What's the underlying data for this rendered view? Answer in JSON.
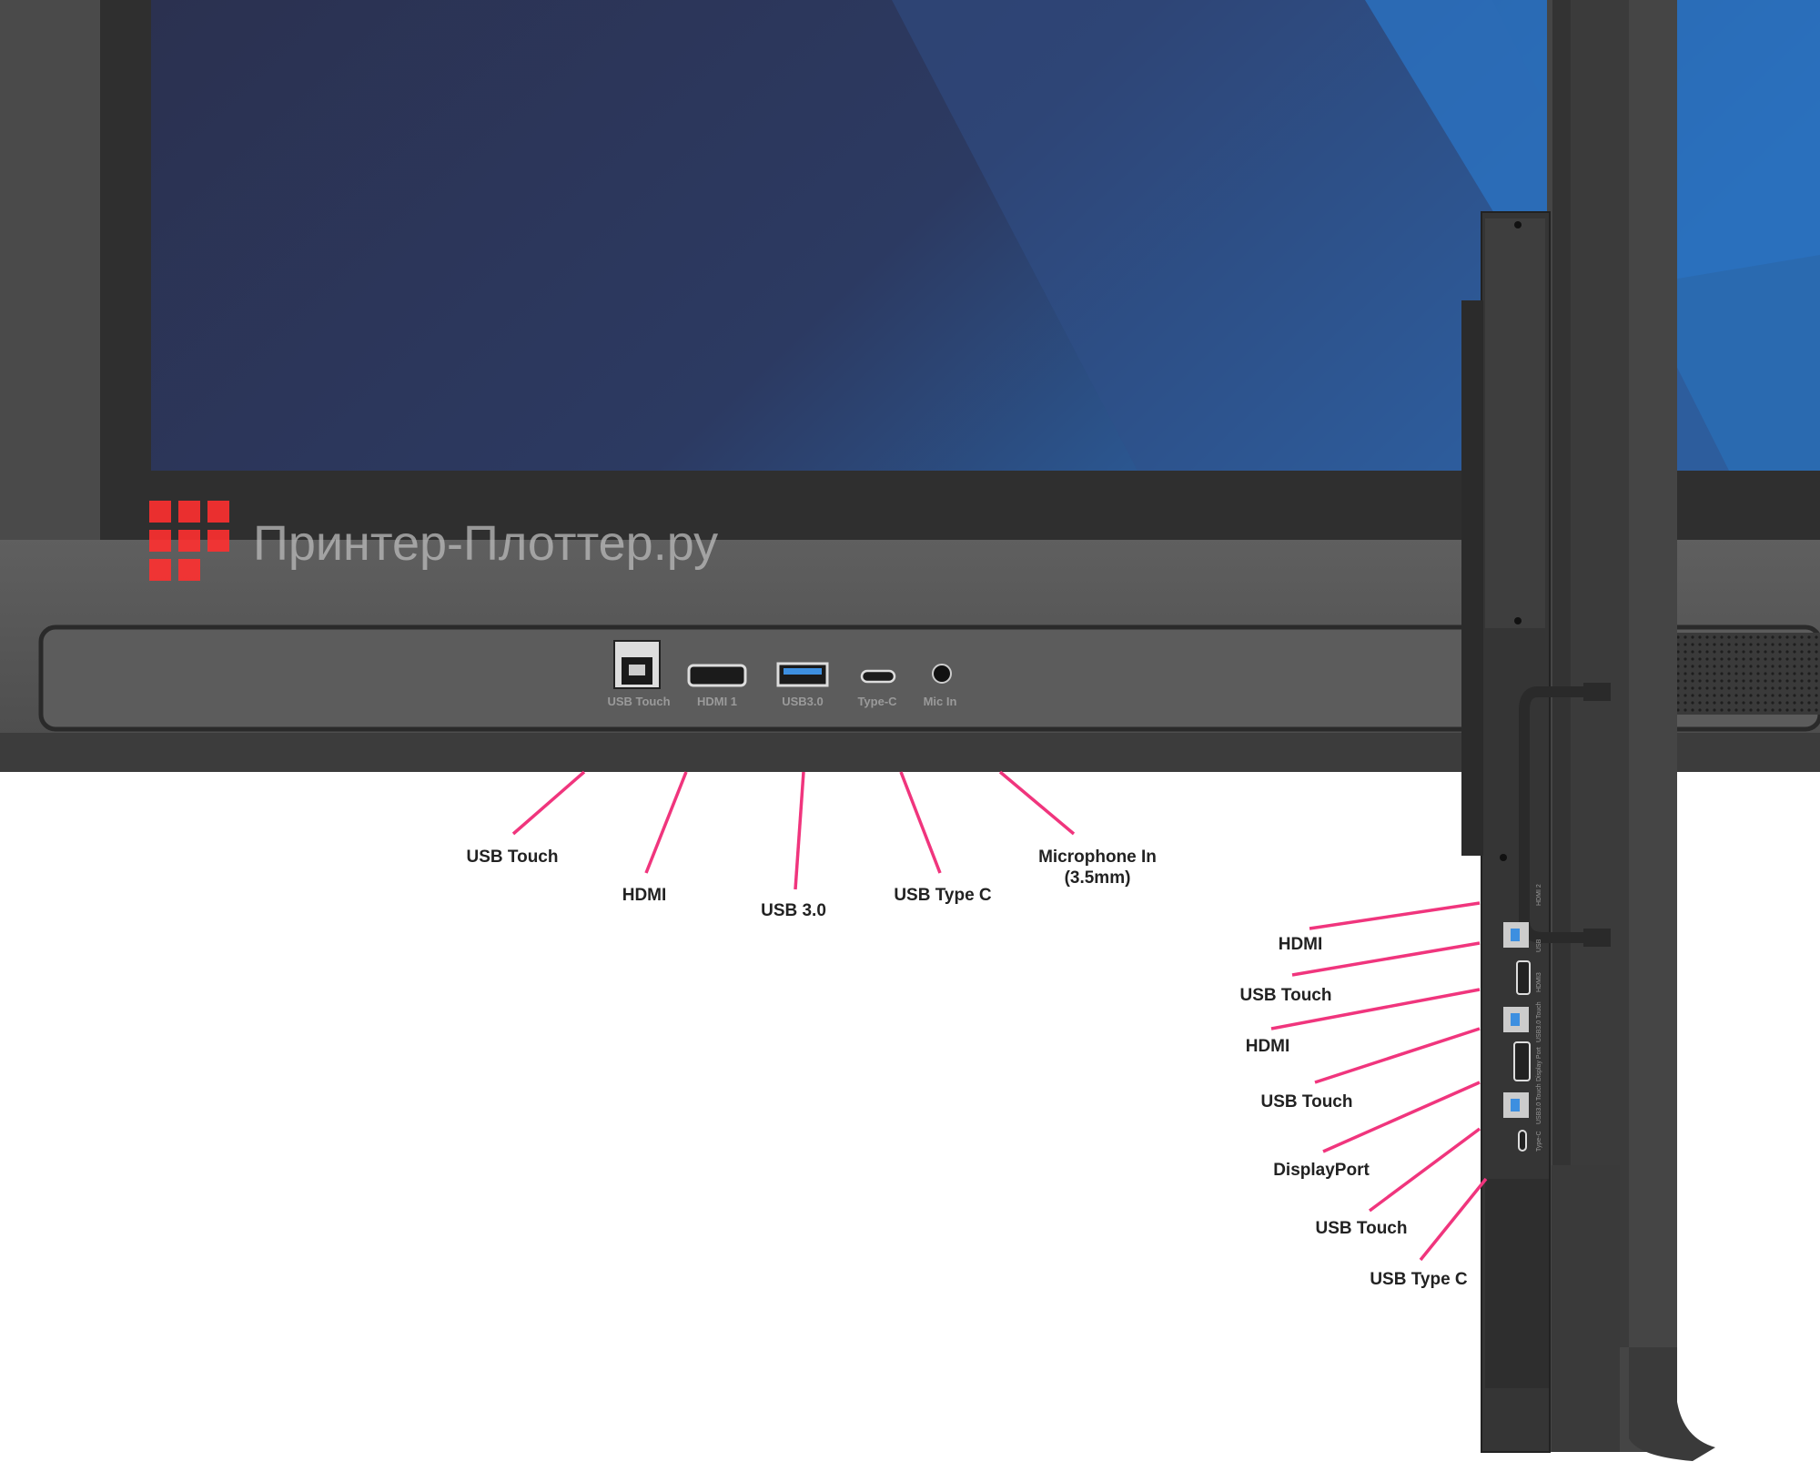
{
  "watermark": {
    "text": "Принтер-Плоттер.ру",
    "logo_color": "#ff2a2a"
  },
  "front_panel": {
    "port_labels": [
      "USB Touch",
      "HDMI 1",
      "USB3.0",
      "Type-C",
      "Mic  In"
    ]
  },
  "side_panel": {
    "port_labels": [
      "HDMI 2",
      "USB",
      "HDMI3",
      "USB3.0 Touch",
      "Display Port",
      "USB3.0 Touch",
      "Type-C"
    ]
  },
  "callouts_front": [
    {
      "label": "USB Touch"
    },
    {
      "label": "HDMI"
    },
    {
      "label": "USB 3.0"
    },
    {
      "label": "USB Type C"
    },
    {
      "label": "Microphone In",
      "label2": "(3.5mm)"
    }
  ],
  "callouts_side": [
    {
      "label": "HDMI"
    },
    {
      "label": "USB Touch"
    },
    {
      "label": "HDMI"
    },
    {
      "label": "USB Touch"
    },
    {
      "label": "DisplayPort"
    },
    {
      "label": "USB Touch"
    },
    {
      "label": "USB Type C"
    }
  ],
  "colors": {
    "callout_line": "#f0357d",
    "screen": "#2c3a5e",
    "bezel": "#5a5a5a",
    "usb3_blue": "#3d8fe0"
  }
}
